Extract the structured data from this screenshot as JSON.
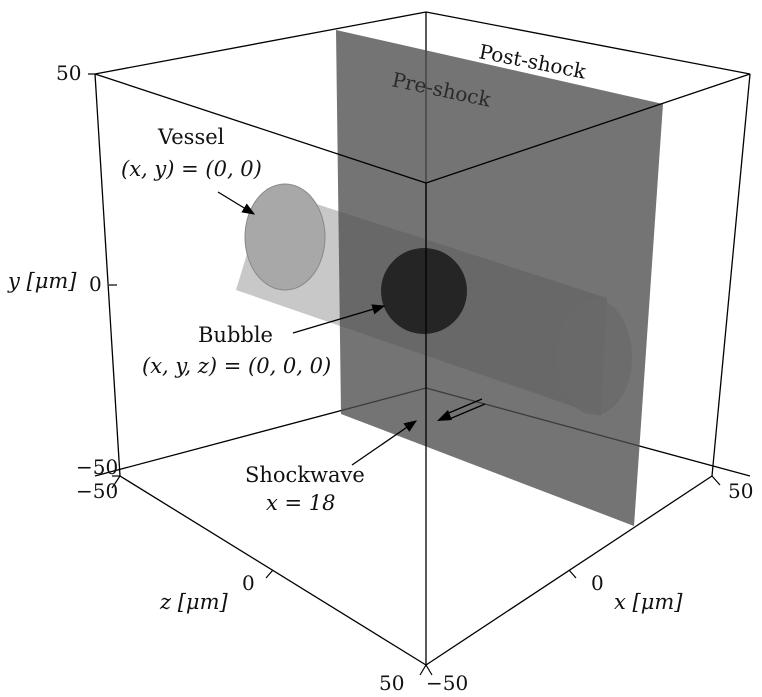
{
  "axes": {
    "x": {
      "label": "x [μm]",
      "ticks": [
        "−50",
        "0",
        "50"
      ]
    },
    "y": {
      "label": "y [μm]",
      "ticks": [
        "−50",
        "0",
        "50"
      ]
    },
    "z": {
      "label": "z [μm]",
      "ticks": [
        "−50",
        "0",
        "50"
      ]
    }
  },
  "planes": {
    "post_label": "Post-shock",
    "pre_label": "Pre-shock"
  },
  "annotations": {
    "vessel_title": "Vessel",
    "vessel_coords": "(x, y) = (0, 0)",
    "bubble_title": "Bubble",
    "bubble_coords": "(x, y, z) = (0, 0, 0)",
    "shock_title": "Shockwave",
    "shock_coords": "x = 18"
  },
  "colors": {
    "plane": "#4d4d4d",
    "cylinder": "#9a9a9a",
    "bubble": "#1a1a1a"
  }
}
